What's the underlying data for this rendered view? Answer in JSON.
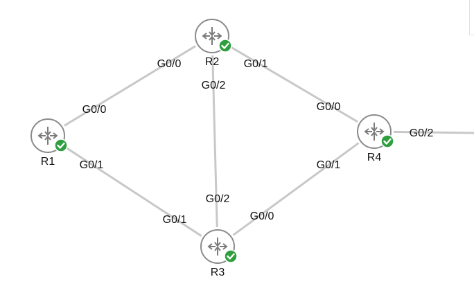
{
  "topology": {
    "routers": [
      {
        "id": "R1",
        "label": "R1",
        "status": "ok"
      },
      {
        "id": "R2",
        "label": "R2",
        "status": "ok"
      },
      {
        "id": "R3",
        "label": "R3",
        "status": "ok"
      },
      {
        "id": "R4",
        "label": "R4",
        "status": "ok"
      }
    ],
    "links": [
      {
        "from": "R1",
        "to": "R2",
        "from_port": "G0/0",
        "to_port": "G0/0"
      },
      {
        "from": "R1",
        "to": "R3",
        "from_port": "G0/1",
        "to_port": "G0/1"
      },
      {
        "from": "R2",
        "to": "R3",
        "from_port": "G0/2",
        "to_port": "G0/2"
      },
      {
        "from": "R2",
        "to": "R4",
        "from_port": "G0/1",
        "to_port": "G0/0"
      },
      {
        "from": "R3",
        "to": "R4",
        "from_port": "G0/0",
        "to_port": "G0/1"
      },
      {
        "from": "R4",
        "to": "external",
        "from_port": "G0/2",
        "to_port": ""
      }
    ],
    "colors": {
      "link": "#c8c8c8",
      "router_stroke": "#8a8a8a",
      "status_ok": "#2e9e3e"
    },
    "icons": {
      "router": "router-icon",
      "status": "check-circle-icon"
    }
  }
}
